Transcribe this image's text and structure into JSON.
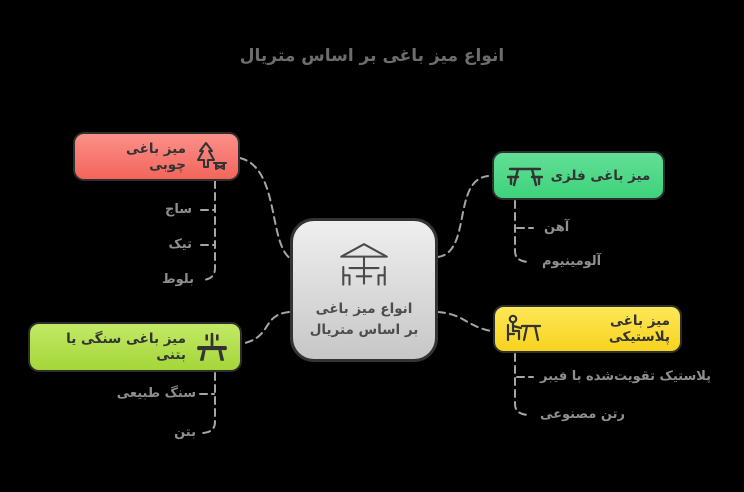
{
  "title": "انواع میز باغی بر اساس متریال",
  "center": {
    "icon": "patio-umbrella-table-icon",
    "line1": "انواع میز باغی",
    "line2": "بر اساس متریال"
  },
  "branches": [
    {
      "id": "wooden",
      "label": "میز باغی چوبی",
      "icon": "pine-tree-bench-icon",
      "color_top": "#fa9089",
      "color_bottom": "#f3655b",
      "children": [
        "ساج",
        "تیک",
        "بلوط"
      ]
    },
    {
      "id": "metal",
      "label": "میز باغی فلزی",
      "icon": "picnic-table-icon",
      "color_top": "#63df95",
      "color_bottom": "#3ed27c",
      "children": [
        "آهن",
        "آلومینیوم"
      ]
    },
    {
      "id": "stone",
      "label": "میز باغی سنگی یا بتنی",
      "icon": "stone-table-centerpiece-icon",
      "color_top": "#c3e966",
      "color_bottom": "#a4d639",
      "children": [
        "سنگ طبیعی",
        "بتن"
      ]
    },
    {
      "id": "plastic",
      "label": "میز باغی پلاستیکی",
      "icon": "person-at-table-icon",
      "color_top": "#fde857",
      "color_bottom": "#f8d21f",
      "children": [
        "پلاستیک تقویت‌شده با فیبر",
        "رتن مصنوعی"
      ]
    }
  ],
  "style": {
    "background": "#000000",
    "connector_color": "#a6a6a6",
    "title_color": "#6d6d6d",
    "leaf_text_color": "#8f8f8f",
    "node_border_color": "#2e2e2e",
    "center_fill_top": "#efefef",
    "center_fill_bottom": "#c7c7c7"
  }
}
